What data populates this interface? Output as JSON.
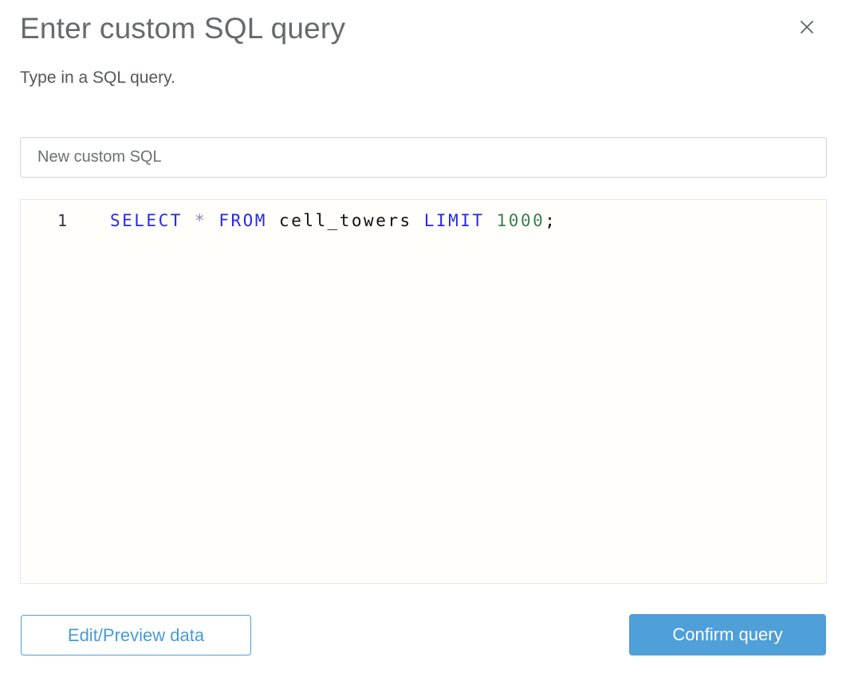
{
  "dialog": {
    "title": "Enter custom SQL query",
    "subtitle": "Type in a SQL query.",
    "close_icon": "x-close"
  },
  "name_input": {
    "value": "New custom SQL"
  },
  "editor": {
    "line_number": "1",
    "query_text": "SELECT * FROM cell_towers LIMIT 1000;",
    "tokens": [
      {
        "text": "SELECT",
        "type": "keyword"
      },
      {
        "text": " ",
        "type": "identifier"
      },
      {
        "text": "*",
        "type": "operator"
      },
      {
        "text": " ",
        "type": "identifier"
      },
      {
        "text": "FROM",
        "type": "keyword"
      },
      {
        "text": " cell_towers ",
        "type": "identifier"
      },
      {
        "text": "LIMIT",
        "type": "keyword"
      },
      {
        "text": " ",
        "type": "identifier"
      },
      {
        "text": "1000",
        "type": "number"
      },
      {
        "text": ";",
        "type": "punctuation"
      }
    ]
  },
  "buttons": {
    "edit_preview": "Edit/Preview data",
    "confirm": "Confirm query"
  },
  "colors": {
    "accent_blue": "#4f9fd8",
    "button_text_blue": "#4a9ad6",
    "title_gray": "#67696c",
    "close_icon_gray": "#5f6468",
    "syntax": {
      "keyword": "#2929e8",
      "operator": "#8a8aac",
      "identifier": "#101010",
      "number": "#3a7f52",
      "punctuation": "#101010",
      "line_number": "#30353a"
    }
  }
}
